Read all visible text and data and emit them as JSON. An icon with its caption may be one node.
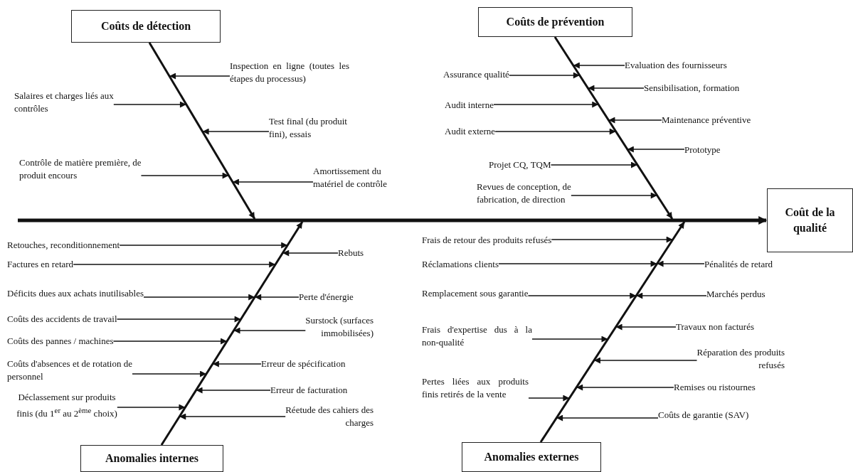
{
  "diagram": {
    "nodes": [
      {
        "text": [
          "Coûts de détection"
        ]
      },
      {
        "text": [
          "Coûts de prévention"
        ]
      },
      {
        "text": [
          "Coût de la qualité"
        ]
      },
      {
        "text": [
          "Anomalies internes"
        ]
      },
      {
        "text": [
          "Anomalies externes"
        ]
      },
      {
        "text": [
          "Inspection en ligne (toutes les étapes du processus)"
        ]
      },
      {
        "text": [
          "Salaires et charges liés aux contrôles"
        ]
      },
      {
        "text": [
          "Test final (du produit fini), essais"
        ]
      },
      {
        "text": [
          "Contrôle de matière première, de produit encours"
        ]
      },
      {
        "text": [
          "Amortissement du matériel de contrôle"
        ]
      },
      {
        "text": [
          "Evaluation des fournisseurs"
        ]
      },
      {
        "text": [
          "Assurance qualité"
        ]
      },
      {
        "text": [
          "Sensibilisation, formation"
        ]
      },
      {
        "text": [
          "Audit interne"
        ]
      },
      {
        "text": [
          "Maintenance préventive"
        ]
      },
      {
        "text": [
          "Audit externe"
        ]
      },
      {
        "text": [
          "Prototype"
        ]
      },
      {
        "text": [
          "Projet CQ, TQM"
        ]
      },
      {
        "text": [
          "Revues de conception, de fabrication, de direction"
        ]
      },
      {
        "text": [
          "Retouches, reconditionnement"
        ]
      },
      {
        "text": [
          "Rebuts"
        ]
      },
      {
        "text": [
          "Factures en retard"
        ]
      },
      {
        "text": [
          "Déficits dues aux achats inutilisables"
        ]
      },
      {
        "text": [
          "Perte d'énergie"
        ]
      },
      {
        "text": [
          "Coûts des accidents de travail"
        ]
      },
      {
        "text": [
          "Surstock (surfaces immobilisées)"
        ]
      },
      {
        "text": [
          "Coûts des pannes / machines"
        ]
      },
      {
        "text": [
          "Coûts d'absences et de rotation de personnel"
        ]
      },
      {
        "text": [
          "Erreur de spécification"
        ]
      },
      {
        "text": [
          "Erreur de facturation"
        ]
      },
      {
        "text": [
          "Déclassement sur produits finis (du 1$^{er}$ au 2$^{ème}$ choix)"
        ]
      },
      {
        "text": [
          "Réetude des cahiers des charges"
        ]
      },
      {
        "text": [
          "Frais de retour des produits refusés"
        ]
      },
      {
        "text": [
          "Réclamations clients"
        ]
      },
      {
        "text": [
          "Pénalités de retard"
        ]
      },
      {
        "text": [
          "Remplacement sous garantie"
        ]
      },
      {
        "text": [
          "Marchés perdus"
        ]
      },
      {
        "text": [
          "Travaux non facturés"
        ]
      },
      {
        "text": [
          "Frais d'expertise dus à la non-qualité"
        ]
      },
      {
        "text": [
          "Réparation des produits refusés"
        ]
      },
      {
        "text": [
          "Remises ou ristournes"
        ]
      },
      {
        "text": [
          "Pertes liées aux produits finis retirés de la vente"
        ]
      },
      {
        "text": [
          "Coûts de garantie (SAV)"
        ]
      }
    ],
    "edges": [
      {
        "from": null,
        "to": 2,
        "arrow": "to",
        "style": "thick"
      },
      {
        "from": 0,
        "to": null,
        "arrow": "to"
      },
      {
        "from": 1,
        "to": null,
        "arrow": "to"
      },
      {
        "from": 3,
        "to": null,
        "arrow": "to"
      },
      {
        "from": 4,
        "to": null,
        "arrow": "to"
      },
      {
        "from": 5,
        "to": null,
        "arrow": "to"
      },
      {
        "from": 6,
        "to": null,
        "arrow": "to"
      },
      {
        "from": 7,
        "to": null,
        "arrow": "to"
      },
      {
        "from": 8,
        "to": null,
        "arrow": "to"
      },
      {
        "from": 9,
        "to": null,
        "arrow": "to"
      },
      {
        "from": 10,
        "to": null,
        "arrow": "to"
      },
      {
        "from": 11,
        "to": null,
        "arrow": "to"
      },
      {
        "from": 12,
        "to": null,
        "arrow": "to"
      },
      {
        "from": 13,
        "to": null,
        "arrow": "to"
      },
      {
        "from": 14,
        "to": null,
        "arrow": "to"
      },
      {
        "from": 15,
        "to": null,
        "arrow": "to"
      },
      {
        "from": 16,
        "to": null,
        "arrow": "to"
      },
      {
        "from": 17,
        "to": null,
        "arrow": "to"
      },
      {
        "from": 18,
        "to": null,
        "arrow": "to"
      },
      {
        "from": 19,
        "to": null,
        "arrow": "to"
      },
      {
        "from": 20,
        "to": null,
        "arrow": "to"
      },
      {
        "from": 21,
        "to": null,
        "arrow": "to"
      },
      {
        "from": 22,
        "to": null,
        "arrow": "to"
      },
      {
        "from": 23,
        "to": null,
        "arrow": "to"
      },
      {
        "from": 24,
        "to": null,
        "arrow": "to"
      },
      {
        "from": 25,
        "to": null,
        "arrow": "to"
      },
      {
        "from": 26,
        "to": null,
        "arrow": "to"
      },
      {
        "from": 27,
        "to": null,
        "arrow": "to"
      },
      {
        "from": 28,
        "to": null,
        "arrow": "to"
      },
      {
        "from": 29,
        "to": null,
        "arrow": "to"
      },
      {
        "from": 30,
        "to": null,
        "arrow": "to"
      },
      {
        "from": 31,
        "to": null,
        "arrow": "to"
      },
      {
        "from": 32,
        "to": null,
        "arrow": "to"
      },
      {
        "from": 33,
        "to": null,
        "arrow": "to"
      },
      {
        "from": 34,
        "to": null,
        "arrow": "to"
      },
      {
        "from": 35,
        "to": null,
        "arrow": "to"
      },
      {
        "from": 36,
        "to": null,
        "arrow": "to"
      },
      {
        "from": 37,
        "to": null,
        "arrow": "to"
      },
      {
        "from": 38,
        "to": null,
        "arrow": "to"
      },
      {
        "from": 39,
        "to": null,
        "arrow": "to"
      },
      {
        "from": 40,
        "to": null,
        "arrow": "to"
      },
      {
        "from": 41,
        "to": null,
        "arrow": "to"
      },
      {
        "from": 42,
        "to": null,
        "arrow": "to"
      }
    ]
  }
}
